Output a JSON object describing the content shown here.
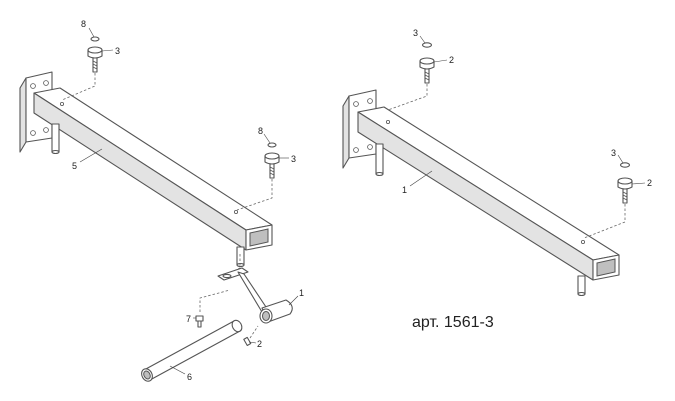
{
  "article_label": "арт. 1561-3",
  "callouts": {
    "left_cap_top": "8",
    "left_screw_top": "3",
    "left_cap_end": "8",
    "left_screw_end": "3",
    "left_arm": "5",
    "holder": "1",
    "holder_screw": "7",
    "holder_pin": "2",
    "rod": "6",
    "right_cap_top": "3",
    "right_screw_top": "2",
    "right_cap_end": "3",
    "right_screw_end": "2",
    "right_arm": "1"
  }
}
